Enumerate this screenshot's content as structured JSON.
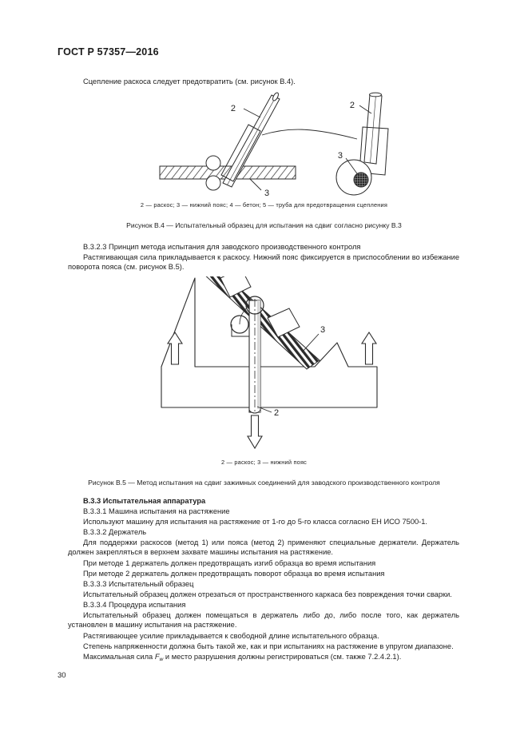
{
  "document": {
    "standard_header": "ГОСТ Р 57357—2016",
    "page_number": "30"
  },
  "body": {
    "intro_line": "Сцепление раскоса следует предотвратить (см. рисунок В.4).",
    "figure_b4": {
      "legend": "2 — раскос; 3 — нижний пояс; 4 — бетон; 5 —  труба для предотвращения сцепления",
      "caption": "Рисунок В.4 — Испытательный образец для испытания на сдвиг согласно рисунку В.3",
      "labels": {
        "left_diagonal": "2",
        "left_chord": "3",
        "right_diagonal": "2",
        "right_chord": "3"
      }
    },
    "clause_b323_title": "В.3.2.3 Принцип метода испытания для заводского производственного контроля",
    "clause_b323_text": "Растягивающая сила прикладывается к раскосу. Нижний пояс фиксируется в приспособлении во избежание поворота пояса (см. рисунок В.5).",
    "figure_b5": {
      "legend": "2 —  раскос; 3 — нижний пояс",
      "caption": "Рисунок В.5 —  Метод испытания на сдвиг зажимных соединений для заводского производственного контроля",
      "labels": {
        "chord": "3",
        "diagonal": "2"
      }
    },
    "section_b33": {
      "title": "В.3.3 Испытательная аппаратура",
      "items": [
        {
          "heading": "В.3.3.1 Машина испытания на растяжение",
          "text": "Используют машину для испытания на растяжение от 1-го до 5-го класса согласно ЕН ИСО 7500-1."
        },
        {
          "heading": "В.3.3.2 Держатель",
          "text": "Для поддержки раскосов (метод 1) или пояса (метод 2) применяют специальные держатели. Держатель должен закрепляться в верхнем захвате машины испытания на растяжение.",
          "extra": [
            "При методе 1 держатель должен предотвращать изгиб образца во время испытания",
            "При методе 2 держатель должен предотвращать поворот образца во время испытания"
          ]
        },
        {
          "heading": "В.3.3.3 Испытательный образец",
          "text": "Испытательный образец должен отрезаться от пространственного каркаса без повреждения точки сварки."
        },
        {
          "heading": "В.3.3.4 Процедура испытания",
          "text": "Испытательный образец должен помещаться в держатель либо до, либо после того, как держатель установлен в машину испытания на растяжение.",
          "extra": [
            "Растягивающее усилие прикладывается к свободной длине испытательного образца.",
            "Степень напряженности должна быть такой же, как и при испытаниях на растяжение в упругом диапазоне."
          ]
        }
      ],
      "final_line_prefix": "Максимальная сила ",
      "final_line_symbol": "F",
      "final_line_subscript": "w",
      "final_line_suffix": " и место разрушения должны регистрироваться (см. также 7.2.4.2.1)."
    }
  },
  "colors": {
    "ink": "#1d1d1d",
    "line": "#2b2b2b",
    "hatch": "#3a3a3a",
    "paper": "#ffffff"
  }
}
